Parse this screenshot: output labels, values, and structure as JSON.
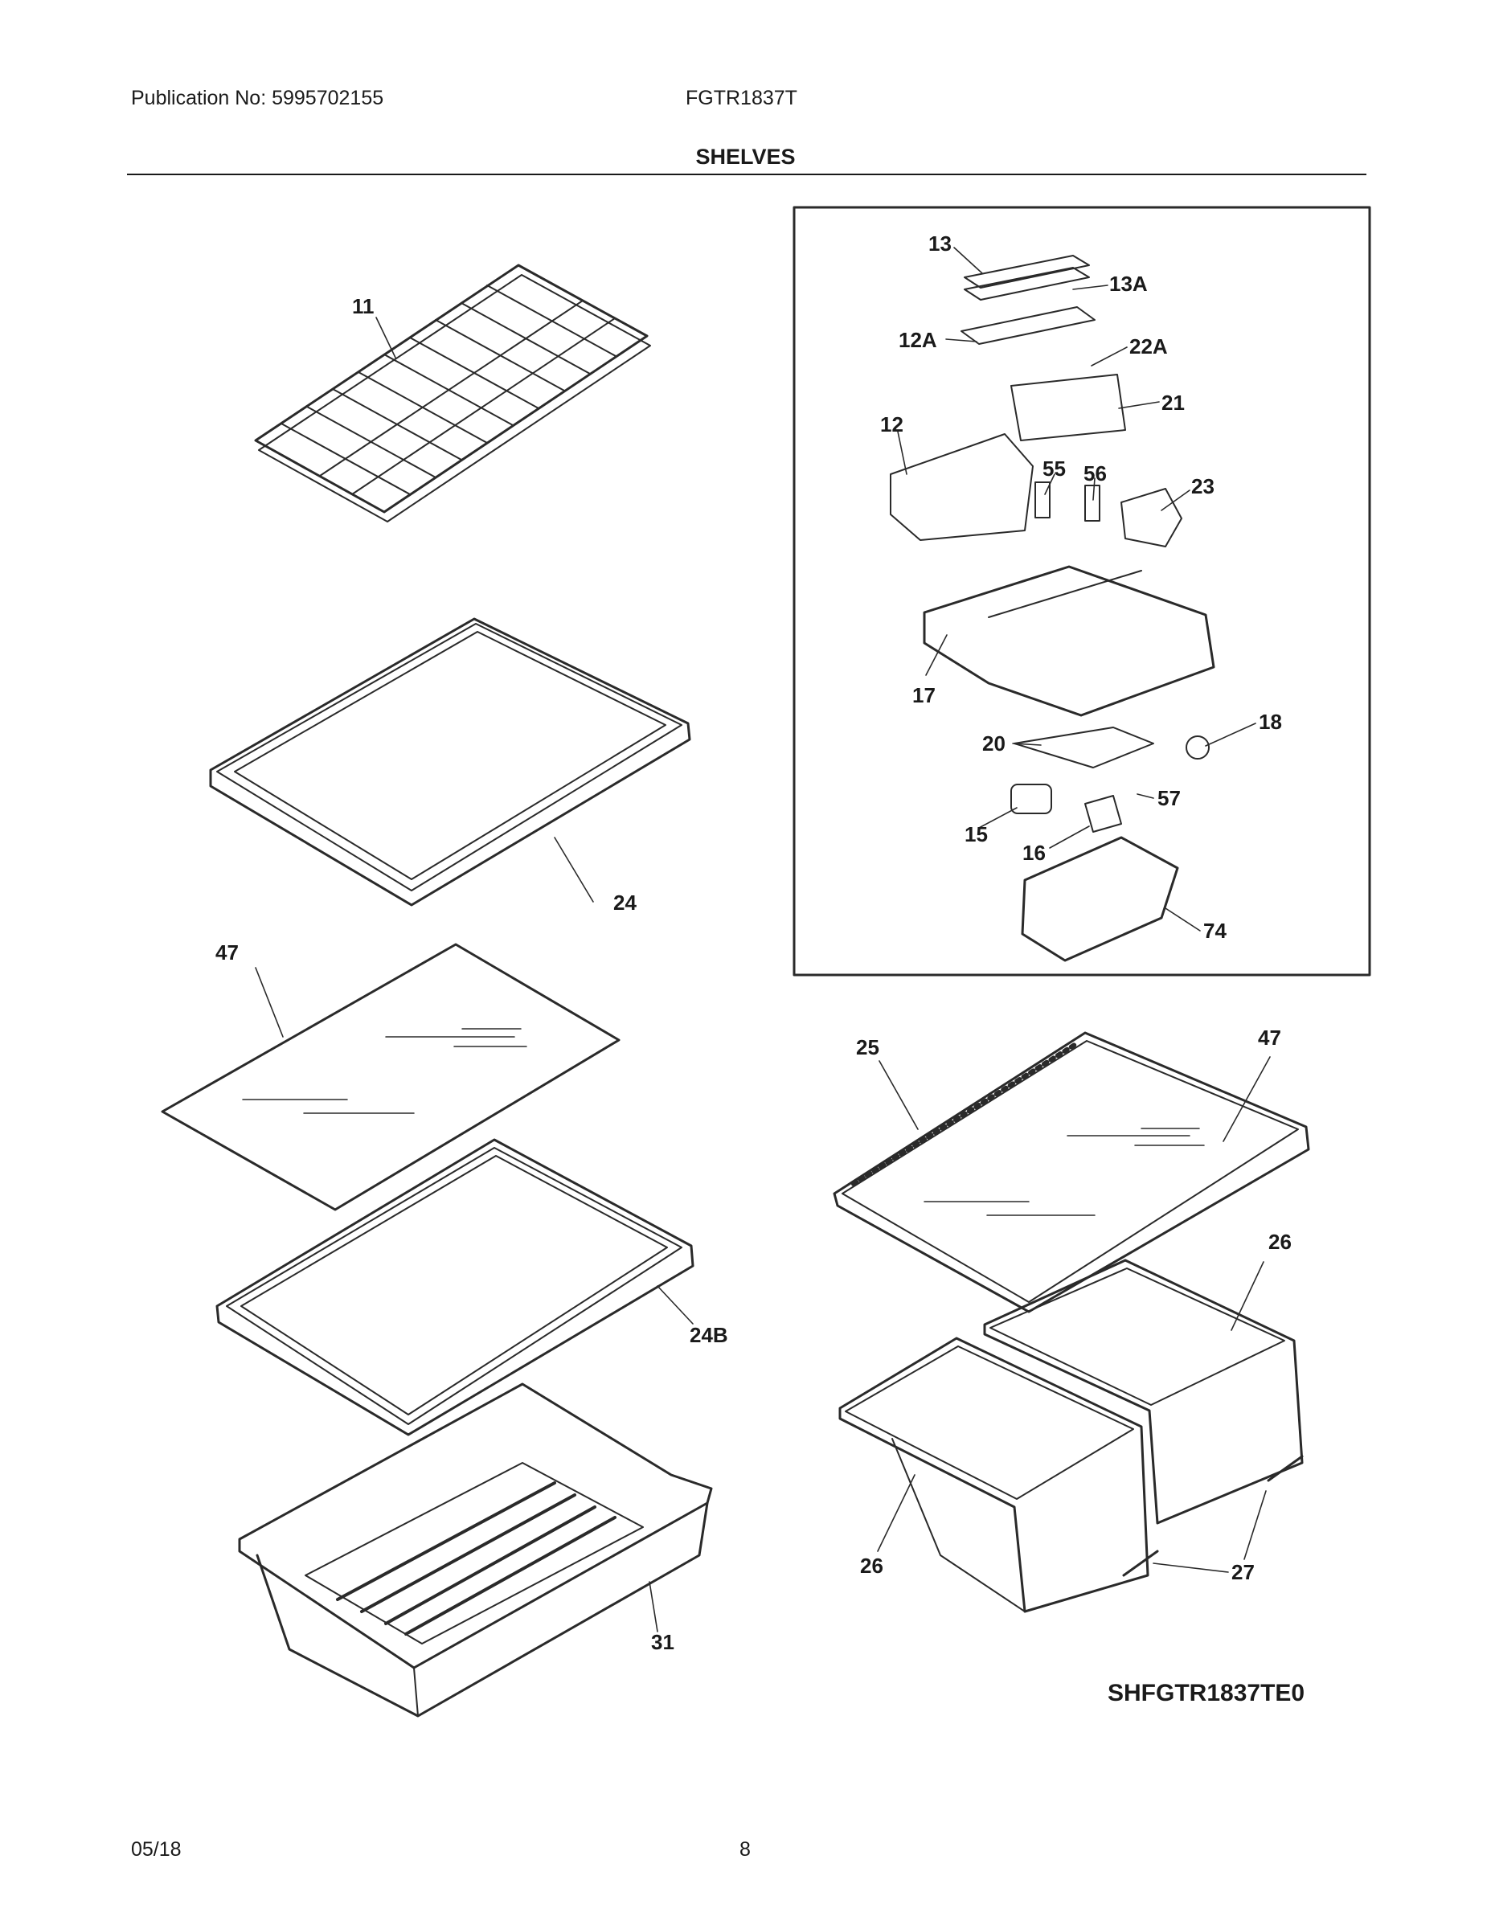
{
  "header": {
    "publication": "Publication No: 5995702155",
    "model": "FGTR1837T",
    "section_title": "SHELVES"
  },
  "diagram": {
    "callouts": [
      "11",
      "24",
      "47",
      "24B",
      "31",
      "13",
      "13A",
      "12A",
      "22A",
      "21",
      "12",
      "55",
      "56",
      "23",
      "17",
      "18",
      "20",
      "57",
      "15",
      "16",
      "74",
      "25",
      "47",
      "26",
      "26",
      "27"
    ],
    "drawing_code": "SHFGTR1837TE0"
  },
  "footer": {
    "date": "05/18",
    "page": "8"
  }
}
